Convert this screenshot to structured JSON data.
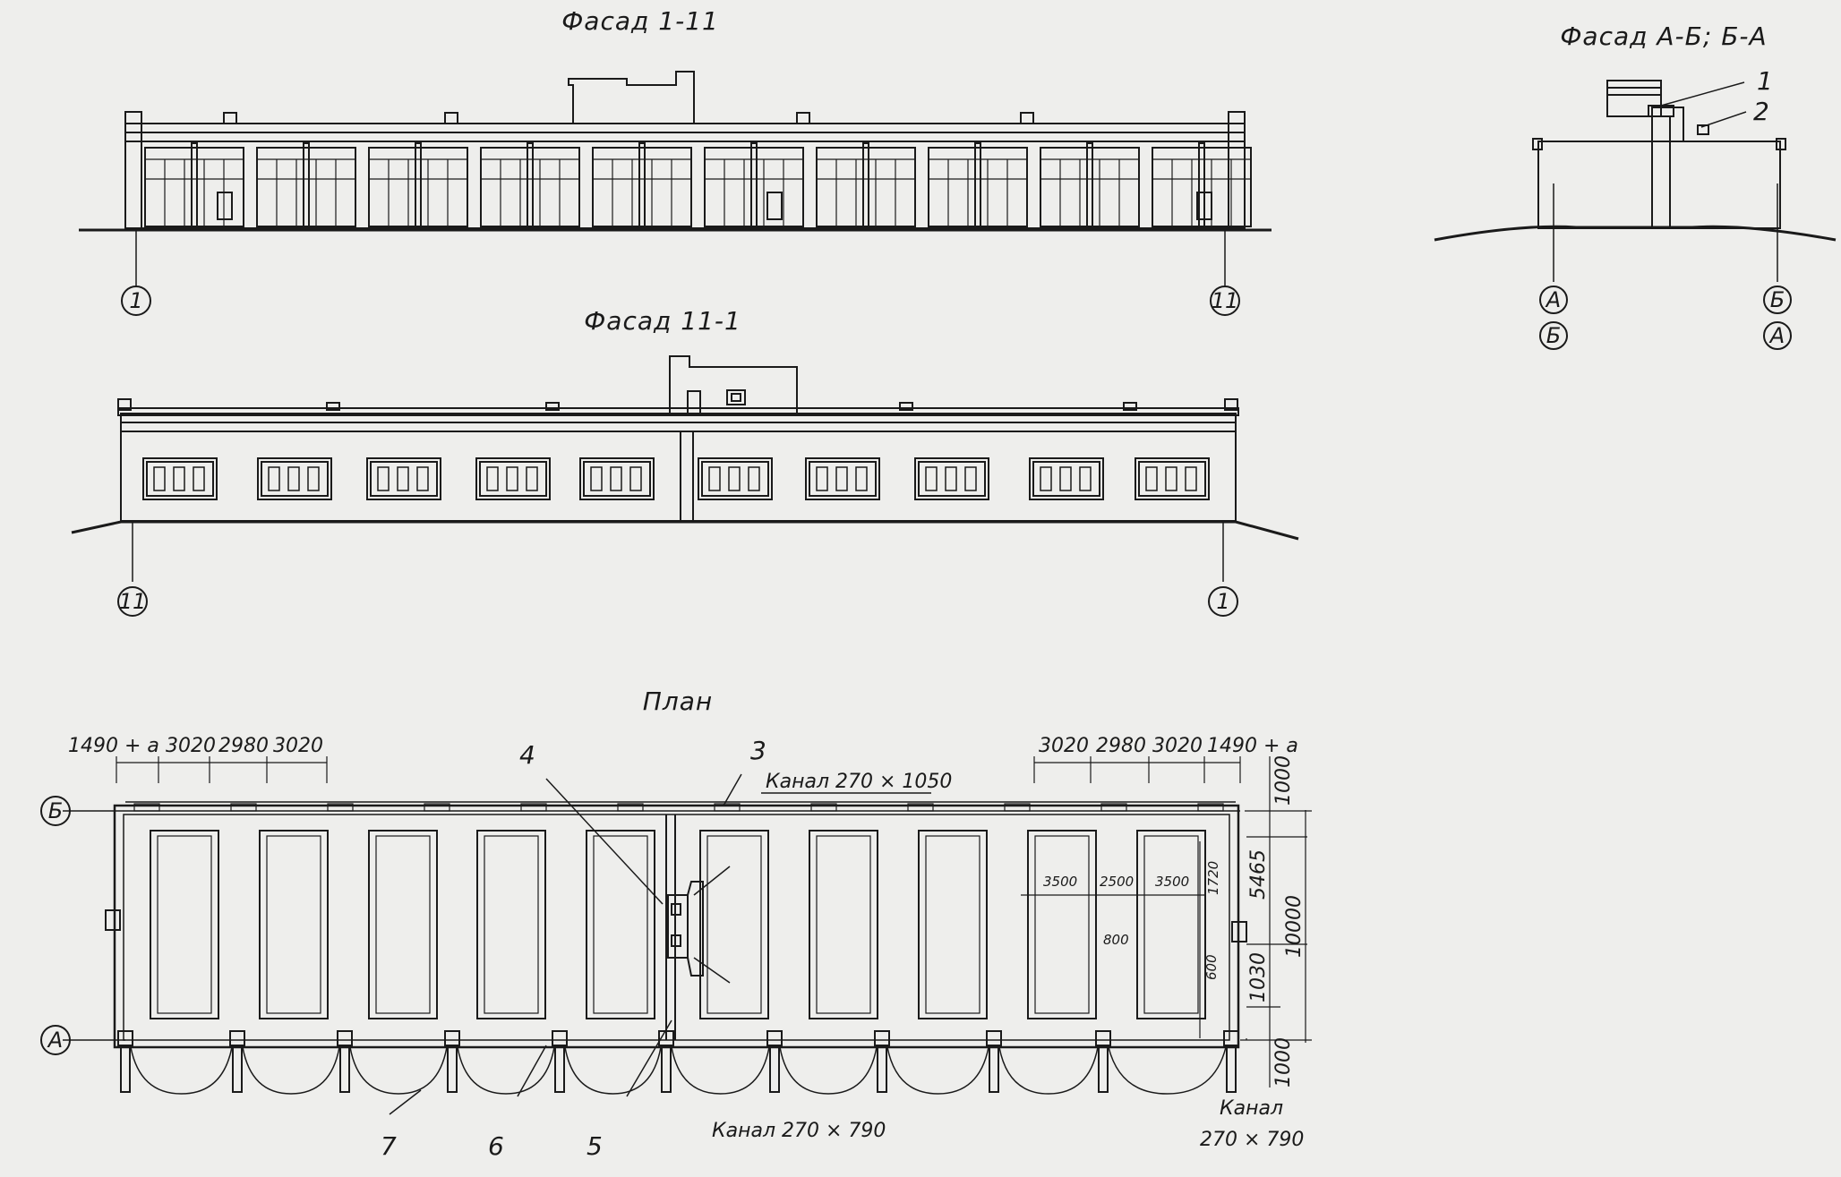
{
  "facades": {
    "facade_1_11": {
      "title": "Фасад 1-11",
      "axis_left": "1",
      "axis_right": "11"
    },
    "facade_11_1": {
      "title": "Фасад 11-1",
      "axis_left": "11",
      "axis_right": "1"
    },
    "facade_ab": {
      "title": "Фасад А-Б; Б-А",
      "axes_left": [
        "А",
        "Б"
      ],
      "axes_right": [
        "Б",
        "А"
      ],
      "callouts": [
        "1",
        "2"
      ]
    }
  },
  "plan": {
    "title": "План",
    "axis_top": "Б",
    "axis_bottom": "А",
    "top_dims_left": [
      "1490 + а",
      "3020",
      "2980",
      "3020"
    ],
    "top_dims_right": [
      "3020",
      "2980",
      "3020",
      "1490 + а"
    ],
    "channel_top": "Канал 270 × 1050",
    "channel_bottom": "Канал 270 × 790",
    "channel_right_line1": "Канал",
    "channel_right_line2": "270 × 790",
    "right_dims": [
      "1000",
      "5465",
      "10000",
      "1030",
      "1000"
    ],
    "bay_dims": [
      "3500",
      "2500",
      "3500",
      "1720",
      "800",
      "600"
    ],
    "callouts": [
      "3",
      "4",
      "5",
      "6",
      "7"
    ]
  }
}
